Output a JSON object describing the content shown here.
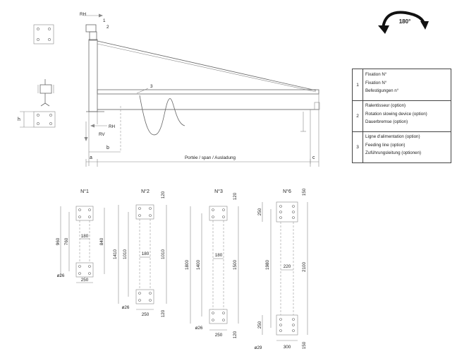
{
  "rotation": {
    "label": "180°"
  },
  "crane": {
    "labels": {
      "rh_top": "RH",
      "rh_bottom": "RH",
      "rv": "RV",
      "h": "h",
      "a": "a",
      "b": "b",
      "c": "c",
      "callout_1": "1",
      "callout_2": "2",
      "callout_3": "3"
    },
    "span_label": "Portée / span / Ausladung"
  },
  "legend": {
    "rows": [
      {
        "number": "1",
        "lines": [
          "Fixation N°",
          "Fixation N°",
          "Befestigungen n°"
        ]
      },
      {
        "number": "2",
        "lines": [
          "Ralentisseur (option)",
          "Rotation slowing device (option)",
          "Dauerbremse (option)"
        ]
      },
      {
        "number": "3",
        "lines": [
          "Ligne d'alimentation (option)",
          "Feeding line (option)",
          "Zuführungsleitung (optionen)"
        ]
      }
    ]
  },
  "fixations": [
    {
      "title": "N°1",
      "outer_height": "960",
      "inner_height": "760",
      "right_height": "840",
      "inner_width": "180",
      "outer_width": "250",
      "hole": "ø26"
    },
    {
      "title": "N°2",
      "outer_height": "1410",
      "inner_height": "1010",
      "right_height": "1010",
      "inner_width": "180",
      "outer_width": "250",
      "hole": "ø26",
      "top_offset": "120",
      "bottom_offset": "120"
    },
    {
      "title": "N°3",
      "outer_height": "1800",
      "inner_height": "1400",
      "right_height": "1500",
      "inner_width": "180",
      "outer_width": "250",
      "hole": "ø26",
      "top_offset": "120",
      "bottom_offset": "120"
    },
    {
      "title": "N°6",
      "outer_height": "1980",
      "right_height": "2100",
      "inner_width": "220",
      "outer_width": "300",
      "hole": "ø29",
      "top_offset": "150",
      "bottom_offset": "150",
      "top_plate": "250",
      "bottom_plate": "250"
    }
  ]
}
